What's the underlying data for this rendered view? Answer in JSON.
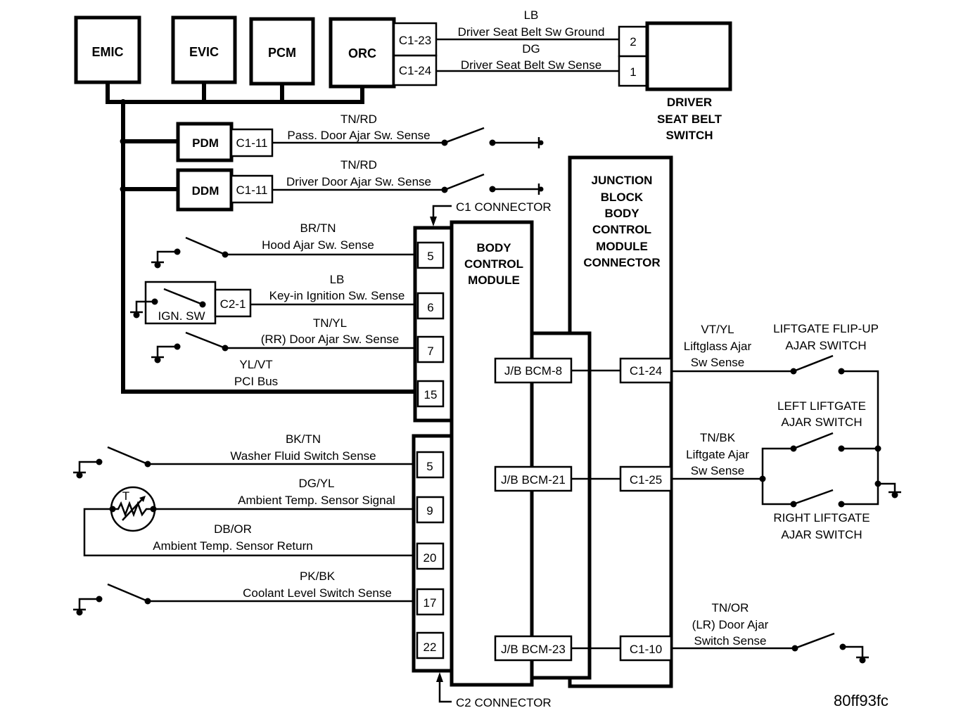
{
  "diagram_id": "80ff93fc",
  "modules": {
    "emic": "EMIC",
    "evic": "EVIC",
    "pcm": "PCM",
    "orc": "ORC",
    "pdm": "PDM",
    "ddm": "DDM",
    "ign_sw": "IGN. SW",
    "bcm": [
      "BODY",
      "CONTROL",
      "MODULE"
    ],
    "jb": [
      "JUNCTION",
      "BLOCK",
      "BODY",
      "CONTROL",
      "MODULE",
      "CONNECTOR"
    ],
    "driver_seat_belt_switch": [
      "DRIVER",
      "SEAT BELT",
      "SWITCH"
    ]
  },
  "orc_pins": [
    "C1-23",
    "C1-24"
  ],
  "seat_belt_pins": [
    "2",
    "1"
  ],
  "seat_belt_wires": [
    {
      "color": "LB",
      "name": "Driver Seat Belt Sw Ground"
    },
    {
      "color": "DG",
      "name": "Driver Seat Belt Sw Sense"
    }
  ],
  "pdm_pin": "C1-11",
  "ddm_pin": "C1-11",
  "door_wires": [
    {
      "color": "TN/RD",
      "name": "Pass. Door Ajar Sw. Sense"
    },
    {
      "color": "TN/RD",
      "name": "Driver Door Ajar Sw. Sense"
    }
  ],
  "c1_connector_label": "C1 CONNECTOR",
  "c2_connector_label": "C2 CONNECTOR",
  "ign_pin": "C2-1",
  "c1_wires": [
    {
      "pin": "5",
      "color": "BR/TN",
      "name": "Hood Ajar Sw. Sense"
    },
    {
      "pin": "6",
      "color": "LB",
      "name": "Key-in Ignition Sw. Sense"
    },
    {
      "pin": "7",
      "color": "TN/YL",
      "name": "(RR) Door Ajar Sw. Sense"
    },
    {
      "pin": "15",
      "color": "YL/VT",
      "name": "PCI Bus"
    }
  ],
  "c2_wires": [
    {
      "pin": "5",
      "color": "BK/TN",
      "name": "Washer Fluid Switch Sense"
    },
    {
      "pin": "9",
      "color": "DG/YL",
      "name": "Ambient Temp. Sensor Signal"
    },
    {
      "pin": "20",
      "color": "DB/OR",
      "name": "Ambient Temp. Sensor Return"
    },
    {
      "pin": "17",
      "color": "PK/BK",
      "name": "Coolant Level Switch Sense"
    },
    {
      "pin": "22",
      "color": "",
      "name": ""
    }
  ],
  "thermistor_label": "T",
  "jb_bcm_pins": [
    "J/B BCM-8",
    "J/B BCM-21",
    "J/B BCM-23"
  ],
  "jb_c1_pins": [
    "C1-24",
    "C1-25",
    "C1-10"
  ],
  "right_wires": [
    {
      "color": "VT/YL",
      "lines": [
        "Liftglass Ajar",
        "Sw Sense"
      ]
    },
    {
      "color": "TN/BK",
      "lines": [
        "Liftgate Ajar",
        "Sw Sense"
      ]
    },
    {
      "color": "TN/OR",
      "lines": [
        "(LR) Door Ajar",
        "Switch Sense"
      ]
    }
  ],
  "switch_labels": {
    "flip_up": [
      "LIFTGATE FLIP-UP",
      "AJAR SWITCH"
    ],
    "left": [
      "LEFT LIFTGATE",
      "AJAR SWITCH"
    ],
    "right": [
      "RIGHT LIFTGATE",
      "AJAR SWITCH"
    ]
  }
}
